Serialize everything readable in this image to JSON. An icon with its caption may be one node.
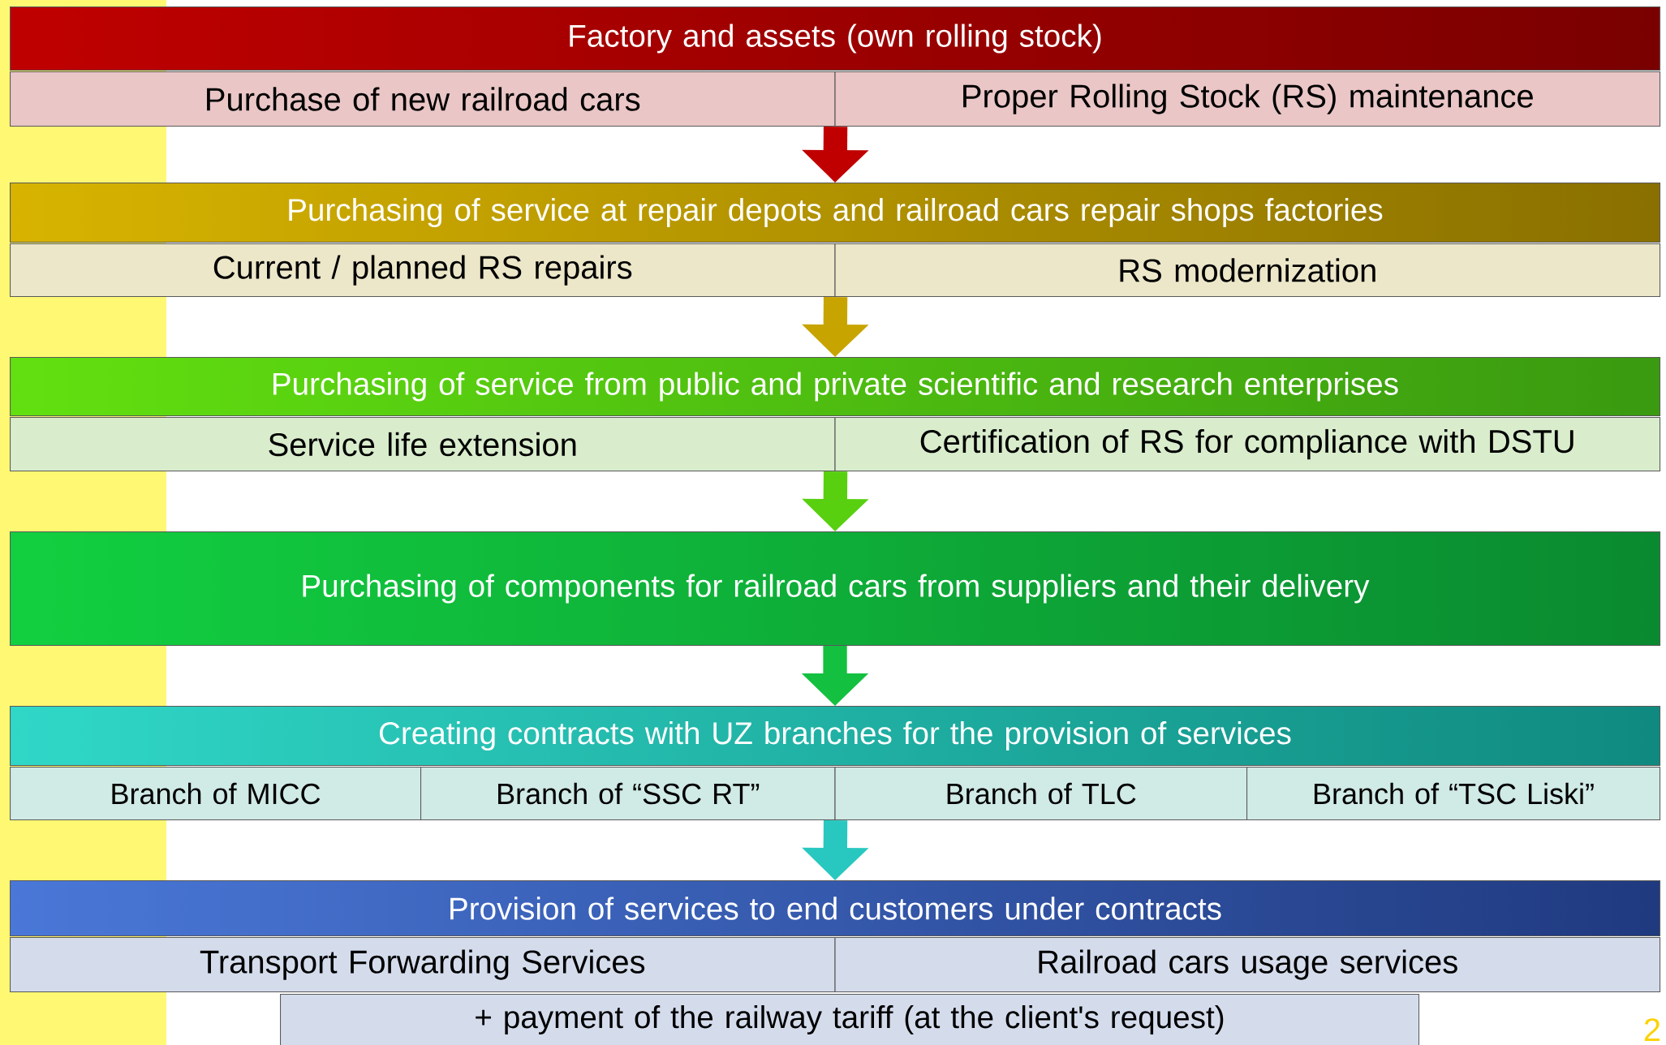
{
  "diagram": {
    "nodes": [
      {
        "text": [
          "Factory and assets (own rolling stock)"
        ]
      },
      {
        "text": [
          "Purchase of new railroad cars"
        ]
      },
      {
        "text": [
          "Proper Rolling Stock (RS) maintenance"
        ]
      },
      {
        "text": [
          "Purchasing of service at repair depots and railroad cars repair shops factories"
        ]
      },
      {
        "text": [
          "Current / planned RS repairs"
        ]
      },
      {
        "text": [
          "RS modernization"
        ]
      },
      {
        "text": [
          "Purchasing of service from public and private scientific and research enterprises"
        ]
      },
      {
        "text": [
          "Service life extension"
        ]
      },
      {
        "text": [
          "Certification of RS for compliance with DSTU"
        ]
      },
      {
        "text": [
          "Purchasing of components for railroad cars from suppliers and their delivery"
        ]
      },
      {
        "text": [
          "Creating contracts with UZ branches for the provision of services"
        ]
      },
      {
        "text": [
          "Branch of MICC"
        ]
      },
      {
        "text": [
          "Branch of “SSC RT”"
        ]
      },
      {
        "text": [
          "Branch of  TLC"
        ]
      },
      {
        "text": [
          "Branch of “TSC Liski”"
        ]
      },
      {
        "text": [
          "Provision of services to end customers under contracts"
        ]
      },
      {
        "text": [
          "Transport Forwarding Services"
        ]
      },
      {
        "text": [
          "Railroad cars usage services"
        ]
      },
      {
        "text": [
          "+ payment of the railway tariff (at the client's request)"
        ]
      }
    ],
    "edges": [
      {
        "from": 1,
        "to": 3,
        "arrow": "to",
        "color": "#c00000"
      },
      {
        "from": 4,
        "to": 6,
        "arrow": "to",
        "color": "#c8a400"
      },
      {
        "from": 7,
        "to": 9,
        "arrow": "to",
        "color": "#58d010"
      },
      {
        "from": 9,
        "to": 10,
        "arrow": "to",
        "color": "#14c040"
      },
      {
        "from": 12,
        "to": 15,
        "arrow": "to",
        "color": "#28c8c0"
      }
    ],
    "labels": [
      "2"
    ]
  }
}
